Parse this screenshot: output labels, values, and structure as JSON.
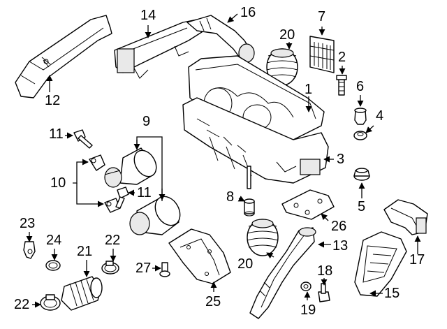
{
  "callouts": {
    "c1": "1",
    "c2": "2",
    "c3": "3",
    "c4": "4",
    "c5": "5",
    "c6": "6",
    "c7": "7",
    "c8": "8",
    "c9": "9",
    "c10": "10",
    "c11a": "11",
    "c11b": "11",
    "c12": "12",
    "c13": "13",
    "c14": "14",
    "c15": "15",
    "c16": "16",
    "c17": "17",
    "c18": "18",
    "c19": "19",
    "c20a": "20",
    "c20b": "20",
    "c21": "21",
    "c22a": "22",
    "c22b": "22",
    "c23": "23",
    "c24": "24",
    "c25": "25",
    "c26": "26",
    "c27": "27"
  }
}
